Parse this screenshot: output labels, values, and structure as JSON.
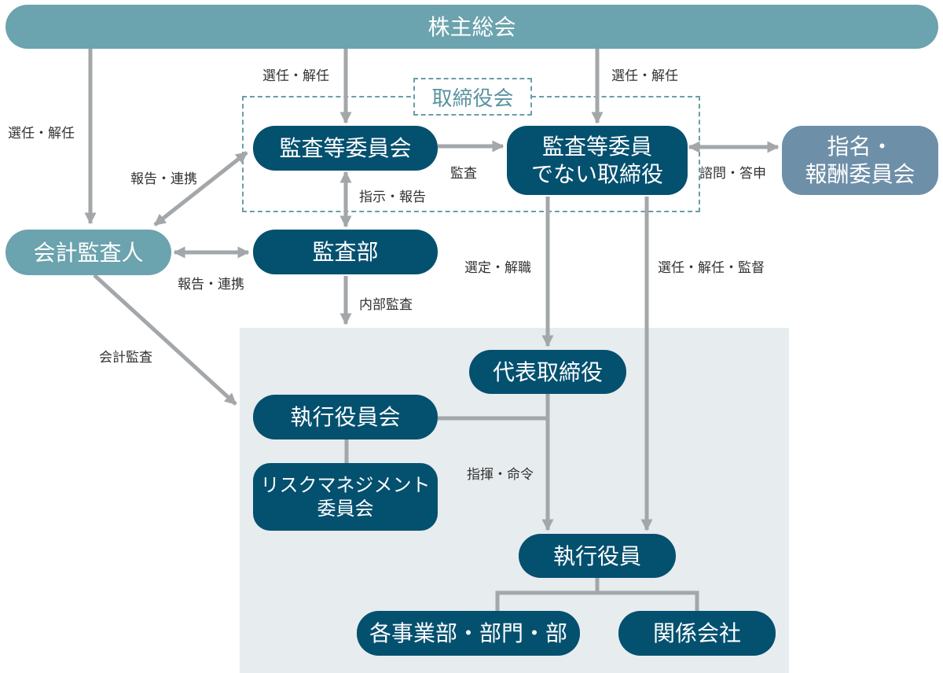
{
  "nodes": {
    "shareholders": "株主総会",
    "board": "取締役会",
    "audit_committee": "監査等委員会",
    "non_audit_directors": "監査等委員\nでない取締役",
    "nomination_committee": "指名・\n報酬委員会",
    "accounting_auditor": "会計監査人",
    "audit_dept": "監査部",
    "representative_director": "代表取締役",
    "executive_committee": "執行役員会",
    "risk_committee": "リスクマネジメント\n委員会",
    "executive_officers": "執行役員",
    "divisions": "各事業部・部門・部",
    "affiliates": "関係会社"
  },
  "edges": {
    "elect_dismiss_auditor": "選任・解任",
    "elect_dismiss_committee": "選任・解任",
    "elect_dismiss_directors": "選任・解任",
    "report_liaison_upper": "報告・連携",
    "audit": "監査",
    "consult_respond": "諮問・答申",
    "instruct_report": "指示・報告",
    "report_liaison_lower": "報告・連携",
    "appoint_remove": "選定・解職",
    "elect_dismiss_supervise": "選任・解任・監督",
    "internal_audit": "内部監査",
    "accounting_audit": "会計監査",
    "command_order": "指揮・命令"
  },
  "colors": {
    "teal": "#6ba3ae",
    "navy": "#04506f",
    "slate": "#6e8fa8",
    "arrow": "#a3a7aa",
    "exec_bg": "#e7ecee",
    "dashed": "#6a9ea8"
  }
}
